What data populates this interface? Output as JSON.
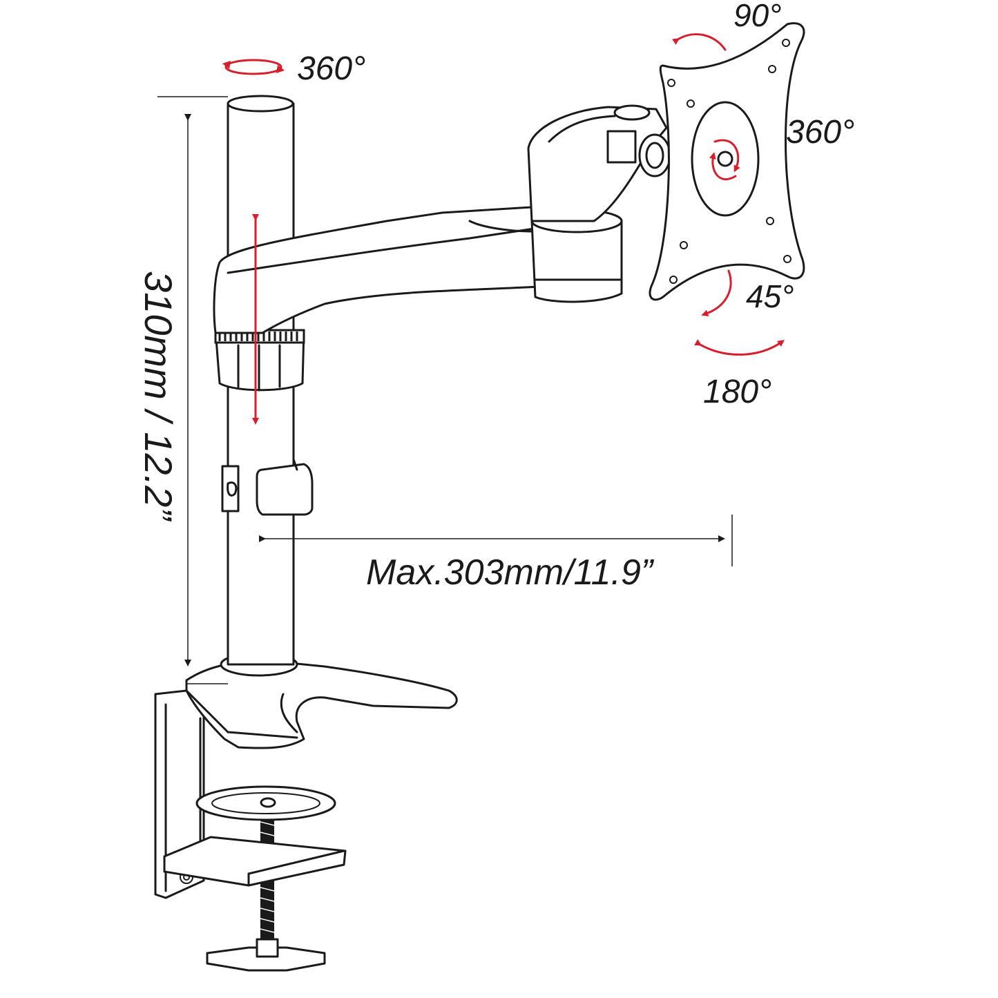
{
  "labels": {
    "pole_rotation": "360°",
    "tilt_top": "90°",
    "plate_rotation": "360°",
    "tilt_bottom": "45°",
    "swivel": "180°",
    "height": "310mm / 12.2”",
    "reach": "Max.303mm/11.9”"
  },
  "colors": {
    "line": "#1a1a1a",
    "arrow_accent": "#d81e2c",
    "background": "#ffffff"
  }
}
